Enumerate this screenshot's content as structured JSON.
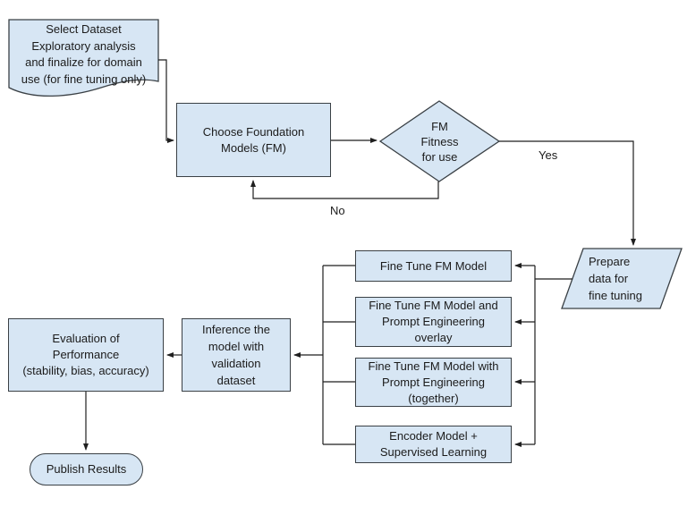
{
  "colors": {
    "node_fill": "#d7e6f4",
    "node_border": "#3a4045",
    "edge": "#1f1f1f",
    "text": "#1b1b1b",
    "background": "#ffffff"
  },
  "flowchart": {
    "nodes": {
      "select_dataset": {
        "shape": "document",
        "label": "Select Dataset\nExploratory analysis\nand finalize for domain\nuse (for fine tuning only)"
      },
      "choose_fm": {
        "shape": "process",
        "label": "Choose Foundation\nModels (FM)"
      },
      "fm_fitness": {
        "shape": "decision",
        "label": "FM\nFitness\nfor use"
      },
      "prepare_data": {
        "shape": "parallelogram",
        "label": "Prepare\ndata for\nfine tuning"
      },
      "fine_tune": {
        "shape": "process",
        "label": "Fine Tune FM Model"
      },
      "fine_tune_prompt_overlay": {
        "shape": "process",
        "label": "Fine Tune FM Model and\nPrompt Engineering\noverlay"
      },
      "fine_tune_prompt_together": {
        "shape": "process",
        "label": "Fine Tune FM Model with\nPrompt Engineering\n(together)"
      },
      "encoder_supervised": {
        "shape": "process",
        "label": "Encoder Model +\nSupervised Learning"
      },
      "inference": {
        "shape": "process",
        "label": "Inference the\nmodel with\nvalidation\ndataset"
      },
      "evaluation": {
        "shape": "process",
        "label": "Evaluation of\nPerformance\n(stability, bias, accuracy)"
      },
      "publish": {
        "shape": "terminator",
        "label": "Publish Results"
      }
    },
    "edge_labels": {
      "yes": "Yes",
      "no": "No"
    }
  }
}
